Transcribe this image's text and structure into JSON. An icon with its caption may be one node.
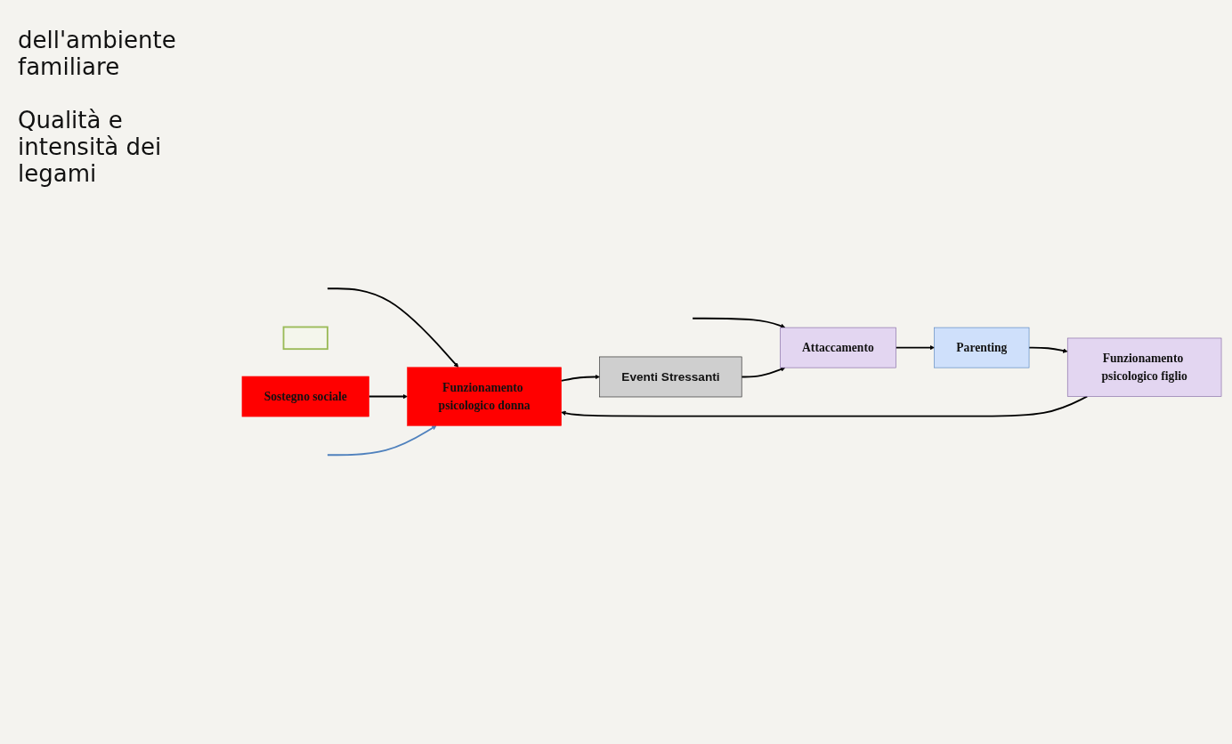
{
  "diagram": {
    "nodes": [
      {
        "text": [
          "Funzionamento psicologico donna"
        ]
      },
      {
        "text": [
          "Eventi Stressanti"
        ]
      },
      {
        "text": [
          "Attaccamento"
        ]
      },
      {
        "text": [
          "Parenting"
        ]
      },
      {
        "text": [
          "Funzionamento psicologico figlio"
        ]
      },
      {
        "text": [
          "Sostegno sociale"
        ]
      },
      {
        "text": [],
        "shape": "box"
      }
    ],
    "edges": [
      {
        "from": null,
        "to": 0,
        "arrow": "to"
      },
      {
        "from": null,
        "to": 2,
        "arrow": "to"
      },
      {
        "from": 0,
        "to": 1,
        "arrow": "to"
      },
      {
        "from": 1,
        "to": 2,
        "arrow": "to"
      },
      {
        "from": 2,
        "to": 3,
        "arrow": "to"
      },
      {
        "from": 3,
        "to": 4,
        "arrow": "to"
      },
      {
        "from": 4,
        "to": 0,
        "arrow": "to"
      },
      {
        "from": 5,
        "to": 0,
        "arrow": "to"
      },
      {
        "from": null,
        "to": 0,
        "arrow": "to",
        "color": "#4f81bd"
      }
    ],
    "labels": [
      "dell'ambiente familiare",
      "Qualità e intensità dei legami"
    ]
  }
}
